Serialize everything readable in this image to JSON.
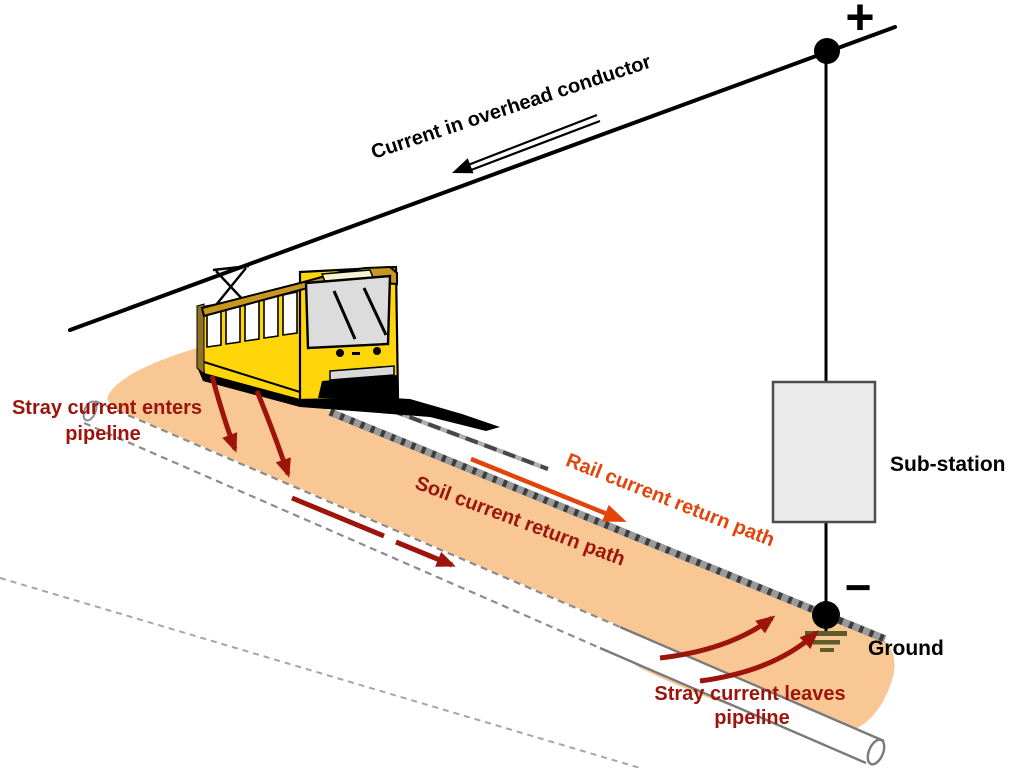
{
  "diagram": {
    "overhead": {
      "label": "Current in overhead conductor",
      "plus": "+"
    },
    "substation": {
      "label": "Sub-station",
      "minus": "−"
    },
    "ground": {
      "label": "Ground"
    },
    "labels": {
      "stray_enters_1": "Stray current enters",
      "stray_enters_2": "pipeline",
      "soil_path": "Soil current return path",
      "rail_path": "Rail current return path",
      "stray_leaves_1": "Stray current leaves",
      "stray_leaves_2": "pipeline"
    },
    "colors": {
      "soil": "#F8C794",
      "dark_red": "#9C140C",
      "orange": "#E2440B",
      "rail_gray": "#9A9A9A",
      "rail_dash": "#3D3D3D",
      "pipe_outline": "#8C8C8C",
      "ground_symbol": "#5C5C2C",
      "substation_fill": "#EBEBEB",
      "tram_yellow": "#FFD60A",
      "line_black": "#000000"
    }
  }
}
